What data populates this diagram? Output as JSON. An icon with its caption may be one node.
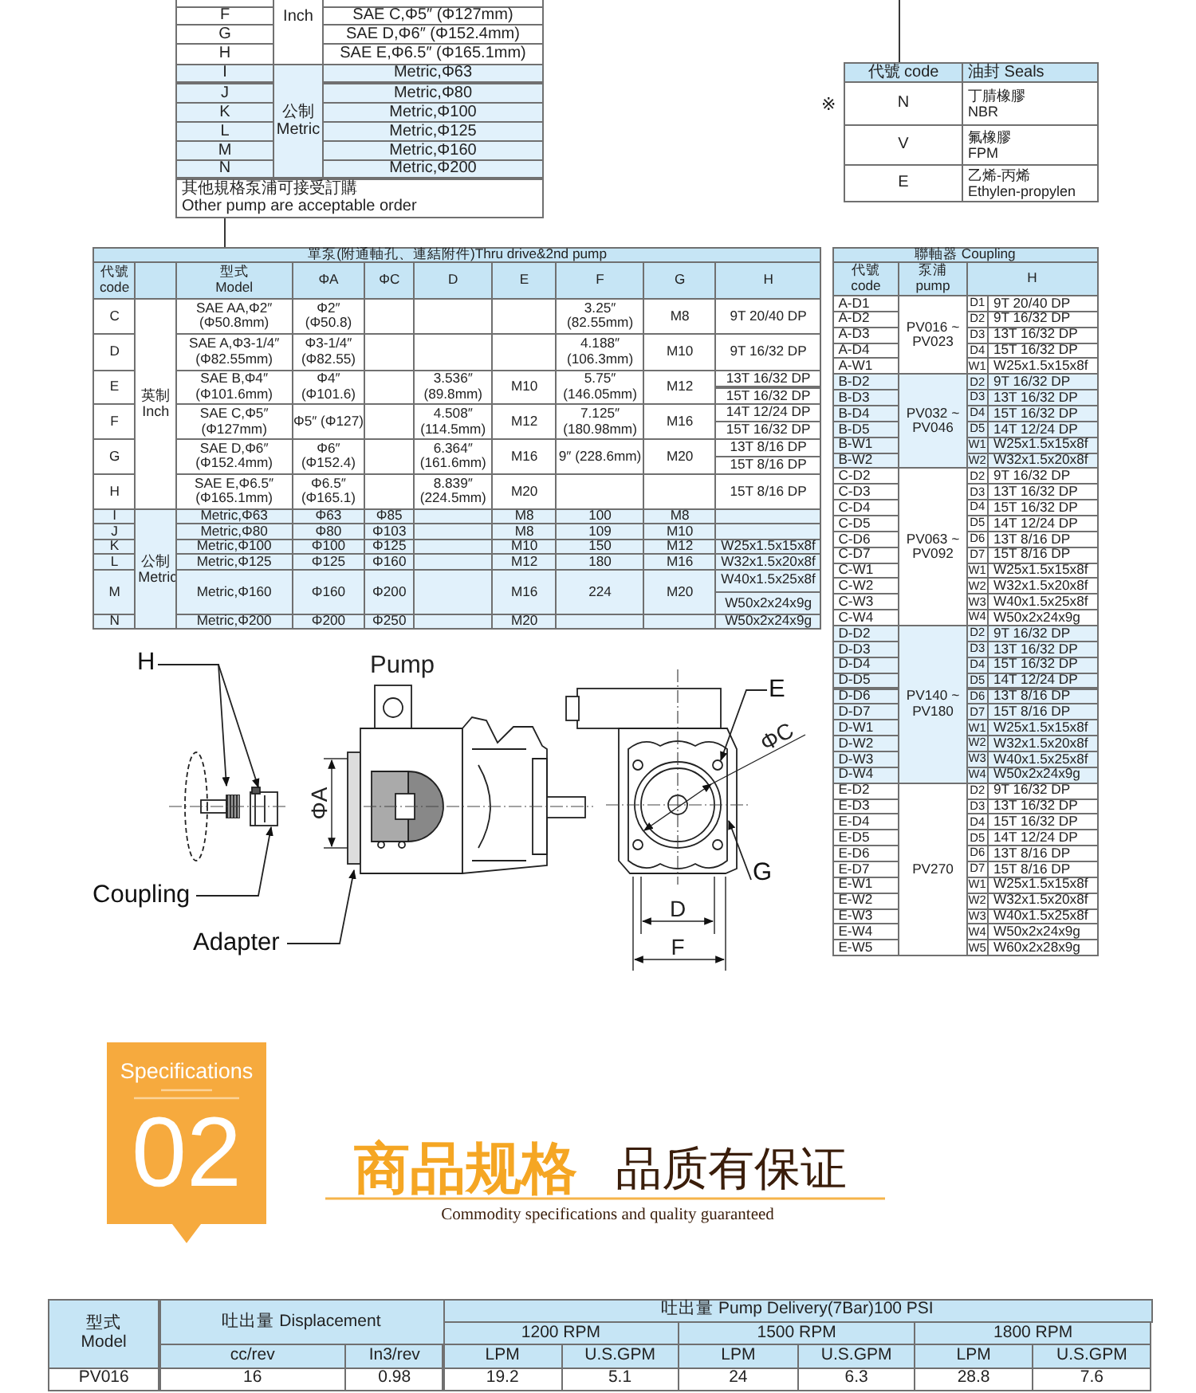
{
  "diagram": {
    "nodes": [
      {
        "text": [],
        "shape": "box"
      },
      {
        "text": [],
        "shape": "box"
      },
      {
        "text": [],
        "shape": "box"
      },
      {
        "text": [
          "H"
        ]
      },
      {
        "text": [
          "E"
        ]
      },
      {
        "text": [
          "G"
        ]
      },
      {
        "text": [
          "Coupling"
        ]
      },
      {
        "text": [
          "Adapter"
        ]
      }
    ],
    "edges": [
      {
        "from": 0,
        "to": 2,
        "arrow": "none"
      },
      {
        "from": null,
        "to": 1,
        "arrow": "none"
      },
      {
        "from": 3,
        "to": null,
        "arrow": "to"
      },
      {
        "from": 3,
        "to": null,
        "arrow": "to"
      },
      {
        "from": 4,
        "to": null,
        "arrow": "to"
      },
      {
        "from": 5,
        "to": null,
        "arrow": "to"
      },
      {
        "from": 6,
        "to": null,
        "arrow": "to"
      },
      {
        "from": 7,
        "to": null,
        "arrow": "to"
      }
    ],
    "labels": [
      "F",
      "Inch",
      "SAE C,Φ5″ (Φ127mm)",
      "G",
      "SAE D,Φ6″ (Φ152.4mm)",
      "H",
      "SAE E,Φ6.5″ (Φ165.1mm)",
      "I",
      "公制 Metric",
      "Metric,Φ63",
      "J",
      "Metric,Φ80",
      "K",
      "Metric,Φ100",
      "L",
      "Metric,Φ125",
      "M",
      "Metric,Φ160",
      "N",
      "Metric,Φ200",
      "其他規格泵浦可接受訂購",
      "Other pump are acceptable order",
      "※",
      "代號 code",
      "油封 Seals",
      "N",
      "丁腈橡膠 NBR",
      "V",
      "氟橡膠 FPM",
      "E",
      "乙烯-丙烯 Ethylen-propylen",
      "單泵(附通軸孔、連結附件)Thru drive&2nd pump",
      "代號 code",
      "型式 Model",
      "ΦA",
      "ΦC",
      "D",
      "E",
      "F",
      "G",
      "H",
      "C",
      "英制 Inch",
      "SAE AA,Φ2″ (Φ50.8mm)",
      "Φ2″ (Φ50.8)",
      "3.25″ (82.55mm)",
      "M8",
      "9T 20/40 DP",
      "D",
      "SAE A,Φ3-1/4″ (Φ82.55mm)",
      "Φ3-1/4″ (Φ82.55)",
      "4.188″ (106.3mm)",
      "M10",
      "9T 16/32 DP",
      "E",
      "SAE B,Φ4″ (Φ101.6mm)",
      "Φ4″ (Φ101.6)",
      "3.536″ (89.8mm)",
      "M10",
      "5.75″ (146.05mm)",
      "M12",
      "13T 16/32 DP",
      "15T 16/32 DP",
      "F",
      "SAE C,Φ5″ (Φ127mm)",
      "Φ5″ (Φ127)",
      "4.508″ (114.5mm)",
      "M12",
      "7.125″ (180.98mm)",
      "M16",
      "14T 12/24 DP",
      "15T 16/32 DP",
      "G",
      "SAE D,Φ6″ (Φ152.4mm)",
      "Φ6″ (Φ152.4)",
      "6.364″ (161.6mm)",
      "M16",
      "9″ (228.6mm)",
      "M20",
      "13T 8/16 DP",
      "15T 8/16 DP",
      "H",
      "SAE E,Φ6.5″ (Φ165.1mm)",
      "Φ6.5″ (Φ165.1)",
      "8.839″ (224.5mm)",
      "M20",
      "15T 8/16 DP",
      "I",
      "公制 Metric",
      "Metric,Φ63",
      "Φ63",
      "Φ85",
      "M8",
      "100",
      "M8",
      "J",
      "Metric,Φ80",
      "Φ80",
      "Φ103",
      "M8",
      "109",
      "M10",
      "K",
      "Metric,Φ100",
      "Φ100",
      "Φ125",
      "M10",
      "150",
      "M12",
      "W25x1.5x15x8f",
      "L",
      "Metric,Φ125",
      "Φ125",
      "Φ160",
      "M12",
      "180",
      "M16",
      "W32x1.5x20x8f",
      "M",
      "Metric,Φ160",
      "Φ160",
      "Φ200",
      "M16",
      "224",
      "M20",
      "W40x1.5x25x8f",
      "W50x2x24x9g",
      "N",
      "Metric,Φ200",
      "Φ200",
      "Φ250",
      "M20",
      "W50x2x24x9g",
      "聯軸器 Coupling",
      "代號 code",
      "泵浦 pump",
      "H",
      "A-D1",
      "PV016 ~ PV023",
      "D1",
      "9T 20/40 DP",
      "A-D2",
      "D2",
      "9T 16/32 DP",
      "A-D3",
      "D3",
      "13T 16/32 DP",
      "A-D4",
      "D4",
      "15T 16/32 DP",
      "A-W1",
      "W1",
      "W25x1.5x15x8f",
      "B-D2",
      "PV032 ~ PV046",
      "D2",
      "9T 16/32 DP",
      "B-D3",
      "D3",
      "13T 16/32 DP",
      "B-D4",
      "D4",
      "15T 16/32 DP",
      "B-D5",
      "D5",
      "14T 12/24 DP",
      "B-W1",
      "W1",
      "W25x1.5x15x8f",
      "B-W2",
      "W2",
      "W32x1.5x20x8f",
      "C-D2",
      "PV063 ~ PV092",
      "D2",
      "9T 16/32 DP",
      "C-D3",
      "D3",
      "13T 16/32 DP",
      "C-D4",
      "D4",
      "15T 16/32 DP",
      "C-D5",
      "D5",
      "14T 12/24 DP",
      "C-D6",
      "D6",
      "13T 8/16 DP",
      "C-D7",
      "D7",
      "15T 8/16 DP",
      "C-W1",
      "W1",
      "W25x1.5x15x8f",
      "C-W2",
      "W2",
      "W32x1.5x20x8f",
      "C-W3",
      "W3",
      "W40x1.5x25x8f",
      "C-W4",
      "W4",
      "W50x2x24x9g",
      "D-D2",
      "PV140 ~ PV180",
      "D2",
      "9T 16/32 DP",
      "D-D3",
      "D3",
      "13T 16/32 DP",
      "D-D4",
      "D4",
      "15T 16/32 DP",
      "D-D5",
      "D5",
      "14T 12/24 DP",
      "D-D6",
      "D6",
      "13T 8/16 DP",
      "D-D7",
      "D7",
      "15T 8/16 DP",
      "D-W1",
      "W1",
      "W25x1.5x15x8f",
      "D-W2",
      "W2",
      "W32x1.5x20x8f",
      "D-W3",
      "W3",
      "W40x1.5x25x8f",
      "D-W4",
      "W4",
      "W50x2x24x9g",
      "E-D2",
      "PV270",
      "D2",
      "9T 16/32 DP",
      "E-D3",
      "D3",
      "13T 16/32 DP",
      "E-D4",
      "D4",
      "15T 16/32 DP",
      "E-D5",
      "D5",
      "14T 12/24 DP",
      "E-D6",
      "D6",
      "13T 8/16 DP",
      "E-D7",
      "D7",
      "15T 8/16 DP",
      "E-W1",
      "W1",
      "W25x1.5x15x8f",
      "E-W2",
      "W2",
      "W32x1.5x20x8f",
      "E-W3",
      "W3",
      "W40x1.5x25x8f",
      "E-W4",
      "W4",
      "W50x2x24x9g",
      "E-W5",
      "W5",
      "W60x2x28x9g",
      "Pump",
      "ΦA",
      "ΦC",
      "D",
      "F",
      "Specifications",
      "02",
      "商品规格",
      "品质有保证",
      "Commodity specifications and quality guaranteed",
      "型式 Model",
      "吐出量 Displacement",
      "吐出量 Pump Delivery(7Bar)100 PSI",
      "1200 RPM",
      "1500 RPM",
      "1800 RPM",
      "cc/rev",
      "In3/rev",
      "LPM",
      "U.S.GPM",
      "LPM",
      "U.S.GPM",
      "LPM",
      "U.S.GPM",
      "PV016",
      "16",
      "0.98",
      "19.2",
      "5.1",
      "24",
      "6.3",
      "28.8",
      "7.6"
    ]
  }
}
